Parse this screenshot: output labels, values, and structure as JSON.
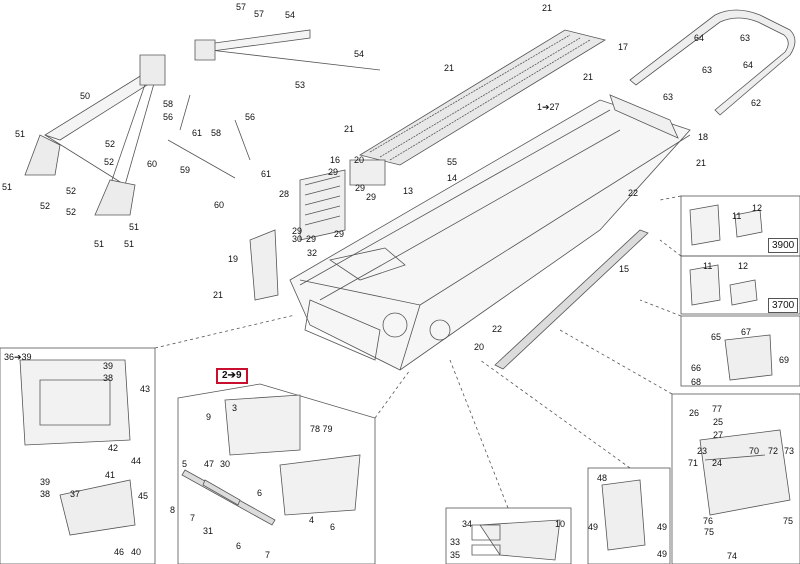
{
  "diagram": {
    "callouts": [
      {
        "name": "callout-57a",
        "text": "57"
      },
      {
        "name": "callout-57b",
        "text": "57"
      },
      {
        "name": "callout-54a",
        "text": "54"
      },
      {
        "name": "callout-54b",
        "text": "54"
      },
      {
        "name": "callout-53",
        "text": "53"
      },
      {
        "name": "callout-50",
        "text": "50"
      },
      {
        "name": "callout-58a",
        "text": "58"
      },
      {
        "name": "callout-56a",
        "text": "56"
      },
      {
        "name": "callout-56b",
        "text": "56"
      },
      {
        "name": "callout-61a",
        "text": "61"
      },
      {
        "name": "callout-58b",
        "text": "58"
      },
      {
        "name": "callout-60a",
        "text": "60"
      },
      {
        "name": "callout-59",
        "text": "59"
      },
      {
        "name": "callout-61b",
        "text": "61"
      },
      {
        "name": "callout-60b",
        "text": "60"
      },
      {
        "name": "callout-51a",
        "text": "51"
      },
      {
        "name": "callout-51b",
        "text": "51"
      },
      {
        "name": "callout-52a",
        "text": "52"
      },
      {
        "name": "callout-52b",
        "text": "52"
      },
      {
        "name": "callout-52c",
        "text": "52"
      },
      {
        "name": "callout-52d",
        "text": "52"
      },
      {
        "name": "callout-52e",
        "text": "52"
      },
      {
        "name": "callout-51c",
        "text": "51"
      },
      {
        "name": "callout-51d",
        "text": "51"
      },
      {
        "name": "callout-51e",
        "text": "51"
      },
      {
        "name": "callout-21a",
        "text": "21"
      },
      {
        "name": "callout-17",
        "text": "17"
      },
      {
        "name": "callout-21b",
        "text": "21"
      },
      {
        "name": "callout-21c",
        "text": "21"
      },
      {
        "name": "callout-1-27",
        "text": "1➔27"
      },
      {
        "name": "callout-21d",
        "text": "21"
      },
      {
        "name": "callout-64a",
        "text": "64"
      },
      {
        "name": "callout-63a",
        "text": "63"
      },
      {
        "name": "callout-63b",
        "text": "63"
      },
      {
        "name": "callout-64b",
        "text": "64"
      },
      {
        "name": "callout-62",
        "text": "62"
      },
      {
        "name": "callout-63c",
        "text": "63"
      },
      {
        "name": "callout-18",
        "text": "18"
      },
      {
        "name": "callout-21e",
        "text": "21"
      },
      {
        "name": "callout-16",
        "text": "16"
      },
      {
        "name": "callout-20a",
        "text": "20"
      },
      {
        "name": "callout-29a",
        "text": "29"
      },
      {
        "name": "callout-29b",
        "text": "29"
      },
      {
        "name": "callout-28",
        "text": "28"
      },
      {
        "name": "callout-29c",
        "text": "29"
      },
      {
        "name": "callout-29d",
        "text": "29"
      },
      {
        "name": "callout-29e",
        "text": "29"
      },
      {
        "name": "callout-29f",
        "text": "29"
      },
      {
        "name": "callout-30",
        "text": "30"
      },
      {
        "name": "callout-32",
        "text": "32"
      },
      {
        "name": "callout-55",
        "text": "55"
      },
      {
        "name": "callout-14",
        "text": "14"
      },
      {
        "name": "callout-13",
        "text": "13"
      },
      {
        "name": "callout-22a",
        "text": "22"
      },
      {
        "name": "callout-19",
        "text": "19"
      },
      {
        "name": "callout-21f",
        "text": "21"
      },
      {
        "name": "callout-15",
        "text": "15"
      },
      {
        "name": "callout-22b",
        "text": "22"
      },
      {
        "name": "callout-20b",
        "text": "20"
      },
      {
        "name": "callout-11a",
        "text": "11"
      },
      {
        "name": "callout-12a",
        "text": "12"
      },
      {
        "name": "callout-11b",
        "text": "11"
      },
      {
        "name": "callout-12b",
        "text": "12"
      },
      {
        "name": "callout-67",
        "text": "67"
      },
      {
        "name": "callout-65",
        "text": "65"
      },
      {
        "name": "callout-66",
        "text": "66"
      },
      {
        "name": "callout-69",
        "text": "69"
      },
      {
        "name": "callout-68",
        "text": "68"
      },
      {
        "name": "callout-36-39",
        "text": "36➔39"
      },
      {
        "name": "callout-39a",
        "text": "39"
      },
      {
        "name": "callout-38a",
        "text": "38"
      },
      {
        "name": "callout-43",
        "text": "43"
      },
      {
        "name": "callout-42",
        "text": "42"
      },
      {
        "name": "callout-44",
        "text": "44"
      },
      {
        "name": "callout-41",
        "text": "41"
      },
      {
        "name": "callout-39b",
        "text": "39"
      },
      {
        "name": "callout-38b",
        "text": "38"
      },
      {
        "name": "callout-37",
        "text": "37"
      },
      {
        "name": "callout-45",
        "text": "45"
      },
      {
        "name": "callout-46",
        "text": "46"
      },
      {
        "name": "callout-40",
        "text": "40"
      },
      {
        "name": "callout-3",
        "text": "3"
      },
      {
        "name": "callout-9",
        "text": "9"
      },
      {
        "name": "callout-78-79",
        "text": "78 79"
      },
      {
        "name": "callout-5",
        "text": "5"
      },
      {
        "name": "callout-47",
        "text": "47"
      },
      {
        "name": "callout-30b",
        "text": "30"
      },
      {
        "name": "callout-6a",
        "text": "6"
      },
      {
        "name": "callout-8",
        "text": "8"
      },
      {
        "name": "callout-7a",
        "text": "7"
      },
      {
        "name": "callout-31",
        "text": "31"
      },
      {
        "name": "callout-6b",
        "text": "6"
      },
      {
        "name": "callout-7b",
        "text": "7"
      },
      {
        "name": "callout-4",
        "text": "4"
      },
      {
        "name": "callout-6c",
        "text": "6"
      },
      {
        "name": "callout-34",
        "text": "34"
      },
      {
        "name": "callout-10",
        "text": "10"
      },
      {
        "name": "callout-33",
        "text": "33"
      },
      {
        "name": "callout-35",
        "text": "35"
      },
      {
        "name": "callout-48",
        "text": "48"
      },
      {
        "name": "callout-49a",
        "text": "49"
      },
      {
        "name": "callout-49b",
        "text": "49"
      },
      {
        "name": "callout-49c",
        "text": "49"
      },
      {
        "name": "callout-26",
        "text": "26"
      },
      {
        "name": "callout-77",
        "text": "77"
      },
      {
        "name": "callout-25",
        "text": "25"
      },
      {
        "name": "callout-27",
        "text": "27"
      },
      {
        "name": "callout-23",
        "text": "23"
      },
      {
        "name": "callout-70",
        "text": "70"
      },
      {
        "name": "callout-72",
        "text": "72"
      },
      {
        "name": "callout-73",
        "text": "73"
      },
      {
        "name": "callout-71",
        "text": "71"
      },
      {
        "name": "callout-24",
        "text": "24"
      },
      {
        "name": "callout-76",
        "text": "76"
      },
      {
        "name": "callout-75a",
        "text": "75"
      },
      {
        "name": "callout-75b",
        "text": "75"
      },
      {
        "name": "callout-74",
        "text": "74"
      }
    ],
    "highlight": {
      "text": "2➔9",
      "color": "#c8102e"
    },
    "variant_labels": {
      "v1": "3900",
      "v2": "3700"
    }
  }
}
